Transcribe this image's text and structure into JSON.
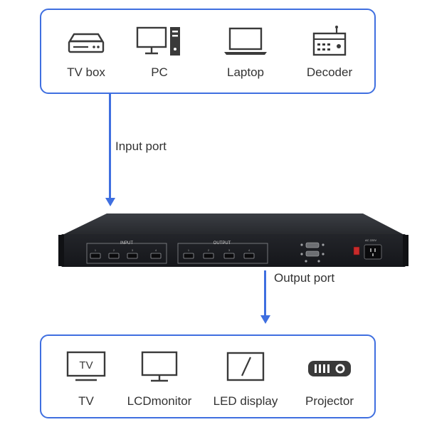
{
  "input_devices": [
    {
      "label": "TV box",
      "icon": "tv-box-icon"
    },
    {
      "label": "PC",
      "icon": "pc-icon"
    },
    {
      "label": "Laptop",
      "icon": "laptop-icon"
    },
    {
      "label": "Decoder",
      "icon": "decoder-icon"
    }
  ],
  "output_devices": [
    {
      "label": "TV",
      "icon": "tv-icon",
      "icon_text": "TV"
    },
    {
      "label": "LCDmonitor",
      "icon": "lcd-monitor-icon"
    },
    {
      "label": "LED display",
      "icon": "led-display-icon"
    },
    {
      "label": "Projector",
      "icon": "projector-icon"
    }
  ],
  "input_port_label": "Input port",
  "output_port_label": "Output port",
  "switcher": {
    "input_panel_label": "INPUT",
    "output_panel_label": "OUTPUT",
    "input_ports": [
      "1",
      "2",
      "3",
      "4"
    ],
    "output_ports": [
      "1",
      "2",
      "3",
      "4"
    ],
    "power_label": "AC 220V"
  },
  "colors": {
    "accent": "#3f6fe0",
    "device_body": "#1c1e22",
    "icon_stroke": "#3a3a3a"
  }
}
